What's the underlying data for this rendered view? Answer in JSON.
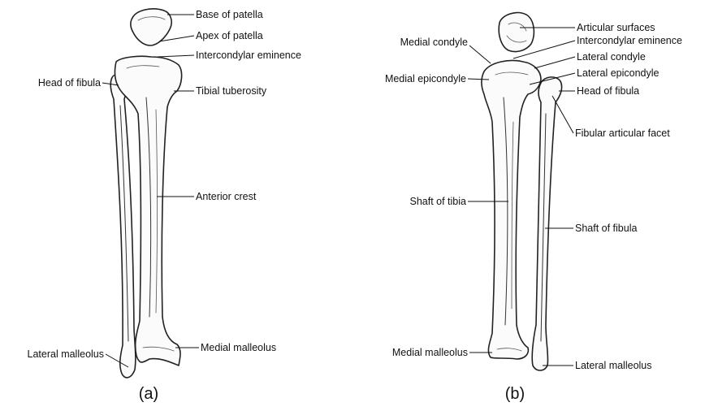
{
  "panels": [
    {
      "caption": "(a)",
      "labels": [
        "Base of patella",
        "Apex of patella",
        "Intercondylar eminence",
        "Head of fibula",
        "Tibial tuberosity",
        "Anterior crest",
        "Lateral malleolus",
        "Medial malleolus"
      ]
    },
    {
      "caption": "(b)",
      "labels": [
        "Articular surfaces",
        "Medial condyle",
        "Intercondylar eminence",
        "Lateral condyle",
        "Medial epicondyle",
        "Lateral epicondyle",
        "Head of fibula",
        "Fibular articular facet",
        "Shaft of tibia",
        "Shaft of fibula",
        "Medial malleolus",
        "Lateral malleolus"
      ]
    }
  ]
}
